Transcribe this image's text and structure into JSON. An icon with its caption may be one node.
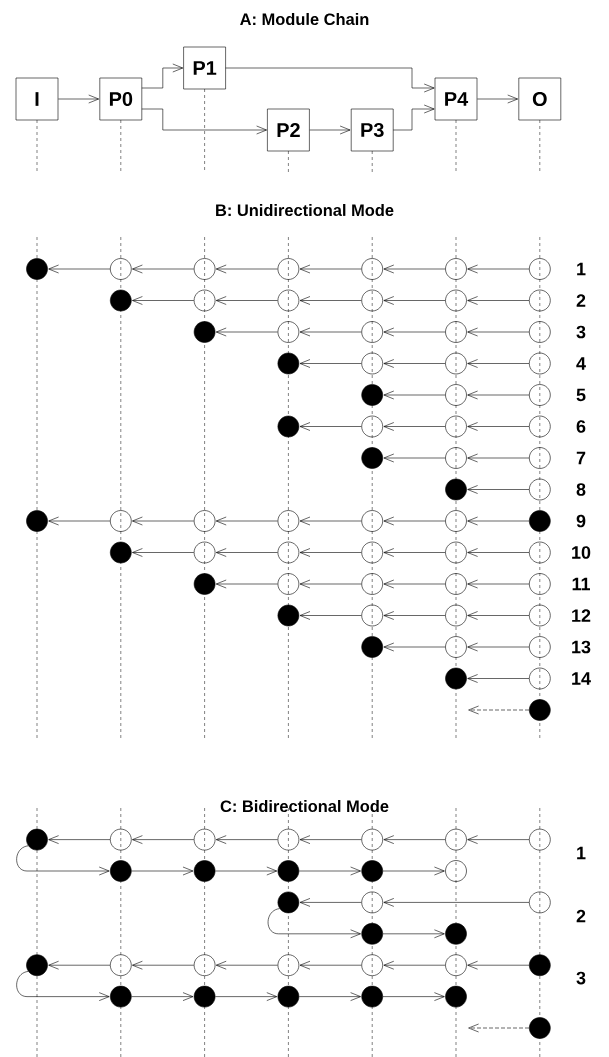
{
  "diagram": {
    "nodes": [
      {
        "text": [
          "I"
        ]
      },
      {
        "text": [
          "P0"
        ]
      },
      {
        "text": [
          "P1"
        ]
      },
      {
        "text": [
          "P2"
        ]
      },
      {
        "text": [
          "P3"
        ]
      },
      {
        "text": [
          "P4"
        ]
      },
      {
        "text": [
          "O"
        ]
      },
      {
        "text": [],
        "shape": "dot"
      },
      {
        "text": [],
        "shape": "circle"
      },
      {
        "text": [],
        "shape": "circle"
      },
      {
        "text": [],
        "shape": "circle"
      },
      {
        "text": [],
        "shape": "circle"
      },
      {
        "text": [],
        "shape": "circle"
      },
      {
        "text": [],
        "shape": "circle"
      },
      {
        "text": [],
        "shape": "dot"
      },
      {
        "text": [],
        "shape": "circle"
      },
      {
        "text": [],
        "shape": "circle"
      },
      {
        "text": [],
        "shape": "circle"
      },
      {
        "text": [],
        "shape": "circle"
      },
      {
        "text": [],
        "shape": "circle"
      },
      {
        "text": [],
        "shape": "dot"
      },
      {
        "text": [],
        "shape": "circle"
      },
      {
        "text": [],
        "shape": "circle"
      },
      {
        "text": [],
        "shape": "circle"
      },
      {
        "text": [],
        "shape": "circle"
      },
      {
        "text": [],
        "shape": "dot"
      },
      {
        "text": [],
        "shape": "circle"
      },
      {
        "text": [],
        "shape": "circle"
      },
      {
        "text": [],
        "shape": "circle"
      },
      {
        "text": [],
        "shape": "dot"
      },
      {
        "text": [],
        "shape": "circle"
      },
      {
        "text": [],
        "shape": "circle"
      },
      {
        "text": [],
        "shape": "dot"
      },
      {
        "text": [],
        "shape": "circle"
      },
      {
        "text": [],
        "shape": "circle"
      },
      {
        "text": [],
        "shape": "circle"
      },
      {
        "text": [],
        "shape": "dot"
      },
      {
        "text": [],
        "shape": "circle"
      },
      {
        "text": [],
        "shape": "circle"
      },
      {
        "text": [],
        "shape": "dot"
      },
      {
        "text": [],
        "shape": "circle"
      },
      {
        "text": [],
        "shape": "dot"
      },
      {
        "text": [],
        "shape": "circle"
      },
      {
        "text": [],
        "shape": "circle"
      },
      {
        "text": [],
        "shape": "circle"
      },
      {
        "text": [],
        "shape": "circle"
      },
      {
        "text": [],
        "shape": "circle"
      },
      {
        "text": [],
        "shape": "dot"
      },
      {
        "text": [],
        "shape": "dot"
      },
      {
        "text": [],
        "shape": "circle"
      },
      {
        "text": [],
        "shape": "circle"
      },
      {
        "text": [],
        "shape": "circle"
      },
      {
        "text": [],
        "shape": "circle"
      },
      {
        "text": [],
        "shape": "circle"
      },
      {
        "text": [],
        "shape": "dot"
      },
      {
        "text": [],
        "shape": "circle"
      },
      {
        "text": [],
        "shape": "circle"
      },
      {
        "text": [],
        "shape": "circle"
      },
      {
        "text": [],
        "shape": "circle"
      },
      {
        "text": [],
        "shape": "dot"
      },
      {
        "text": [],
        "shape": "circle"
      },
      {
        "text": [],
        "shape": "circle"
      },
      {
        "text": [],
        "shape": "circle"
      },
      {
        "text": [],
        "shape": "dot"
      },
      {
        "text": [],
        "shape": "circle"
      },
      {
        "text": [],
        "shape": "circle"
      },
      {
        "text": [],
        "shape": "dot"
      },
      {
        "text": [],
        "shape": "circle"
      },
      {
        "text": [],
        "shape": "dot"
      },
      {
        "text": [],
        "shape": "dot"
      },
      {
        "text": [],
        "shape": "circle"
      },
      {
        "text": [],
        "shape": "circle"
      },
      {
        "text": [],
        "shape": "circle"
      },
      {
        "text": [],
        "shape": "circle"
      },
      {
        "text": [],
        "shape": "circle"
      },
      {
        "text": [],
        "shape": "circle"
      },
      {
        "text": [],
        "shape": "dot"
      },
      {
        "text": [],
        "shape": "dot"
      },
      {
        "text": [],
        "shape": "dot"
      },
      {
        "text": [],
        "shape": "dot"
      },
      {
        "text": [],
        "shape": "circle"
      },
      {
        "text": [],
        "shape": "dot"
      },
      {
        "text": [],
        "shape": "circle"
      },
      {
        "text": [],
        "shape": "circle"
      },
      {
        "text": [],
        "shape": "dot"
      },
      {
        "text": [],
        "shape": "dot"
      },
      {
        "text": [],
        "shape": "dot"
      },
      {
        "text": [],
        "shape": "circle"
      },
      {
        "text": [],
        "shape": "circle"
      },
      {
        "text": [],
        "shape": "circle"
      },
      {
        "text": [],
        "shape": "circle"
      },
      {
        "text": [],
        "shape": "circle"
      },
      {
        "text": [],
        "shape": "dot"
      },
      {
        "text": [],
        "shape": "dot"
      },
      {
        "text": [],
        "shape": "dot"
      },
      {
        "text": [],
        "shape": "dot"
      },
      {
        "text": [],
        "shape": "dot"
      },
      {
        "text": [],
        "shape": "dot"
      },
      {
        "text": [],
        "shape": "dot"
      }
    ],
    "edges": [
      {
        "from": 0,
        "to": 1,
        "arrow": "to"
      },
      {
        "from": 1,
        "to": 2,
        "arrow": "to"
      },
      {
        "from": 1,
        "to": 3,
        "arrow": "to"
      },
      {
        "from": 2,
        "to": 5,
        "arrow": "to"
      },
      {
        "from": 3,
        "to": 4,
        "arrow": "to"
      },
      {
        "from": 4,
        "to": 5,
        "arrow": "to"
      },
      {
        "from": 5,
        "to": 6,
        "arrow": "to"
      },
      {
        "from": 8,
        "to": 7,
        "arrow": "to"
      },
      {
        "from": 9,
        "to": 8,
        "arrow": "to"
      },
      {
        "from": 10,
        "to": 9,
        "arrow": "to"
      },
      {
        "from": 11,
        "to": 10,
        "arrow": "to"
      },
      {
        "from": 12,
        "to": 11,
        "arrow": "to"
      },
      {
        "from": 13,
        "to": 12,
        "arrow": "to"
      },
      {
        "from": 15,
        "to": 14,
        "arrow": "to"
      },
      {
        "from": 16,
        "to": 15,
        "arrow": "to"
      },
      {
        "from": 17,
        "to": 16,
        "arrow": "to"
      },
      {
        "from": 18,
        "to": 17,
        "arrow": "to"
      },
      {
        "from": 19,
        "to": 18,
        "arrow": "to"
      },
      {
        "from": 21,
        "to": 20,
        "arrow": "to"
      },
      {
        "from": 22,
        "to": 21,
        "arrow": "to"
      },
      {
        "from": 23,
        "to": 22,
        "arrow": "to"
      },
      {
        "from": 24,
        "to": 23,
        "arrow": "to"
      },
      {
        "from": 26,
        "to": 25,
        "arrow": "to"
      },
      {
        "from": 27,
        "to": 26,
        "arrow": "to"
      },
      {
        "from": 28,
        "to": 27,
        "arrow": "to"
      },
      {
        "from": 30,
        "to": 29,
        "arrow": "to"
      },
      {
        "from": 31,
        "to": 30,
        "arrow": "to"
      },
      {
        "from": 33,
        "to": 32,
        "arrow": "to"
      },
      {
        "from": 34,
        "to": 33,
        "arrow": "to"
      },
      {
        "from": 35,
        "to": 34,
        "arrow": "to"
      },
      {
        "from": 37,
        "to": 36,
        "arrow": "to"
      },
      {
        "from": 38,
        "to": 37,
        "arrow": "to"
      },
      {
        "from": 40,
        "to": 39,
        "arrow": "to"
      },
      {
        "from": 42,
        "to": 41,
        "arrow": "to"
      },
      {
        "from": 43,
        "to": 42,
        "arrow": "to"
      },
      {
        "from": 44,
        "to": 43,
        "arrow": "to"
      },
      {
        "from": 45,
        "to": 44,
        "arrow": "to"
      },
      {
        "from": 46,
        "to": 45,
        "arrow": "to"
      },
      {
        "from": 47,
        "to": 46,
        "arrow": "to"
      },
      {
        "from": 49,
        "to": 48,
        "arrow": "to"
      },
      {
        "from": 50,
        "to": 49,
        "arrow": "to"
      },
      {
        "from": 51,
        "to": 50,
        "arrow": "to"
      },
      {
        "from": 52,
        "to": 51,
        "arrow": "to"
      },
      {
        "from": 53,
        "to": 52,
        "arrow": "to"
      },
      {
        "from": 55,
        "to": 54,
        "arrow": "to"
      },
      {
        "from": 56,
        "to": 55,
        "arrow": "to"
      },
      {
        "from": 57,
        "to": 56,
        "arrow": "to"
      },
      {
        "from": 58,
        "to": 57,
        "arrow": "to"
      },
      {
        "from": 60,
        "to": 59,
        "arrow": "to"
      },
      {
        "from": 61,
        "to": 60,
        "arrow": "to"
      },
      {
        "from": 62,
        "to": 61,
        "arrow": "to"
      },
      {
        "from": 64,
        "to": 63,
        "arrow": "to"
      },
      {
        "from": 65,
        "to": 64,
        "arrow": "to"
      },
      {
        "from": 67,
        "to": 66,
        "arrow": "to"
      },
      {
        "from": 68,
        "to": null,
        "arrow": "to",
        "style": "dashed"
      },
      {
        "from": 70,
        "to": 69,
        "arrow": "to"
      },
      {
        "from": 71,
        "to": 70,
        "arrow": "to"
      },
      {
        "from": 72,
        "to": 71,
        "arrow": "to"
      },
      {
        "from": 73,
        "to": 72,
        "arrow": "to"
      },
      {
        "from": 74,
        "to": 73,
        "arrow": "to"
      },
      {
        "from": 75,
        "to": 74,
        "arrow": "to"
      },
      {
        "from": 69,
        "to": 76,
        "arrow": "to"
      },
      {
        "from": 76,
        "to": 77,
        "arrow": "to"
      },
      {
        "from": 77,
        "to": 78,
        "arrow": "to"
      },
      {
        "from": 78,
        "to": 79,
        "arrow": "to"
      },
      {
        "from": 79,
        "to": 80,
        "arrow": "to"
      },
      {
        "from": 82,
        "to": 81,
        "arrow": "to"
      },
      {
        "from": 83,
        "to": 82,
        "arrow": "to"
      },
      {
        "from": 81,
        "to": 84,
        "arrow": "to"
      },
      {
        "from": 84,
        "to": 85,
        "arrow": "to"
      },
      {
        "from": 87,
        "to": 86,
        "arrow": "to"
      },
      {
        "from": 88,
        "to": 87,
        "arrow": "to"
      },
      {
        "from": 89,
        "to": 88,
        "arrow": "to"
      },
      {
        "from": 90,
        "to": 89,
        "arrow": "to"
      },
      {
        "from": 91,
        "to": 90,
        "arrow": "to"
      },
      {
        "from": 92,
        "to": 91,
        "arrow": "to"
      },
      {
        "from": 86,
        "to": 93,
        "arrow": "to"
      },
      {
        "from": 93,
        "to": 94,
        "arrow": "to"
      },
      {
        "from": 94,
        "to": 95,
        "arrow": "to"
      },
      {
        "from": 95,
        "to": 96,
        "arrow": "to"
      },
      {
        "from": 96,
        "to": 97,
        "arrow": "to"
      },
      {
        "from": 98,
        "to": null,
        "arrow": "to",
        "style": "dashed"
      }
    ],
    "labels": [
      "A: Module Chain",
      "B: Unidirectional Mode",
      "1",
      "2",
      "3",
      "4",
      "5",
      "6",
      "7",
      "8",
      "9",
      "10",
      "11",
      "12",
      "13",
      "14",
      "C: Bidirectional Mode",
      "1",
      "2",
      "3"
    ]
  }
}
